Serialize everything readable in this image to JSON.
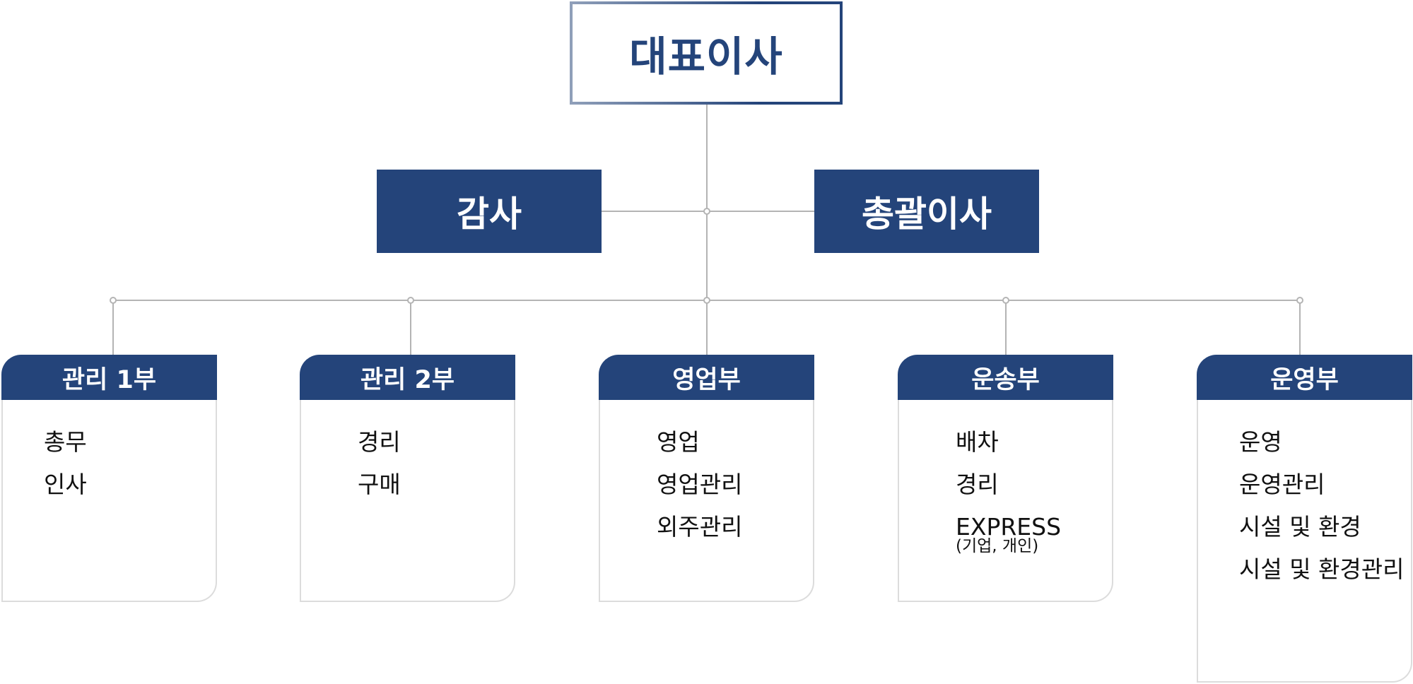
{
  "ceo": {
    "label": "대표이사"
  },
  "left_box": {
    "label": "감사"
  },
  "right_box": {
    "label": "총괄이사"
  },
  "departments": [
    {
      "title": "관리 1부",
      "items": [
        "총무",
        "인사"
      ]
    },
    {
      "title": "관리 2부",
      "items": [
        "경리",
        "구매"
      ]
    },
    {
      "title": "영업부",
      "items": [
        "영업",
        "영업관리",
        "외주관리"
      ]
    },
    {
      "title": "운송부",
      "items": [
        "배차",
        "경리",
        "EXPRESS"
      ],
      "note": "(기업, 개인)"
    },
    {
      "title": "운영부",
      "items": [
        "운영",
        "운영관리",
        "시설 및 환경",
        "시설 및 환경관리"
      ]
    }
  ],
  "colors": {
    "navy": "#24447a",
    "connector": "#b4b4b4",
    "card_border": "#dcdcdc"
  }
}
